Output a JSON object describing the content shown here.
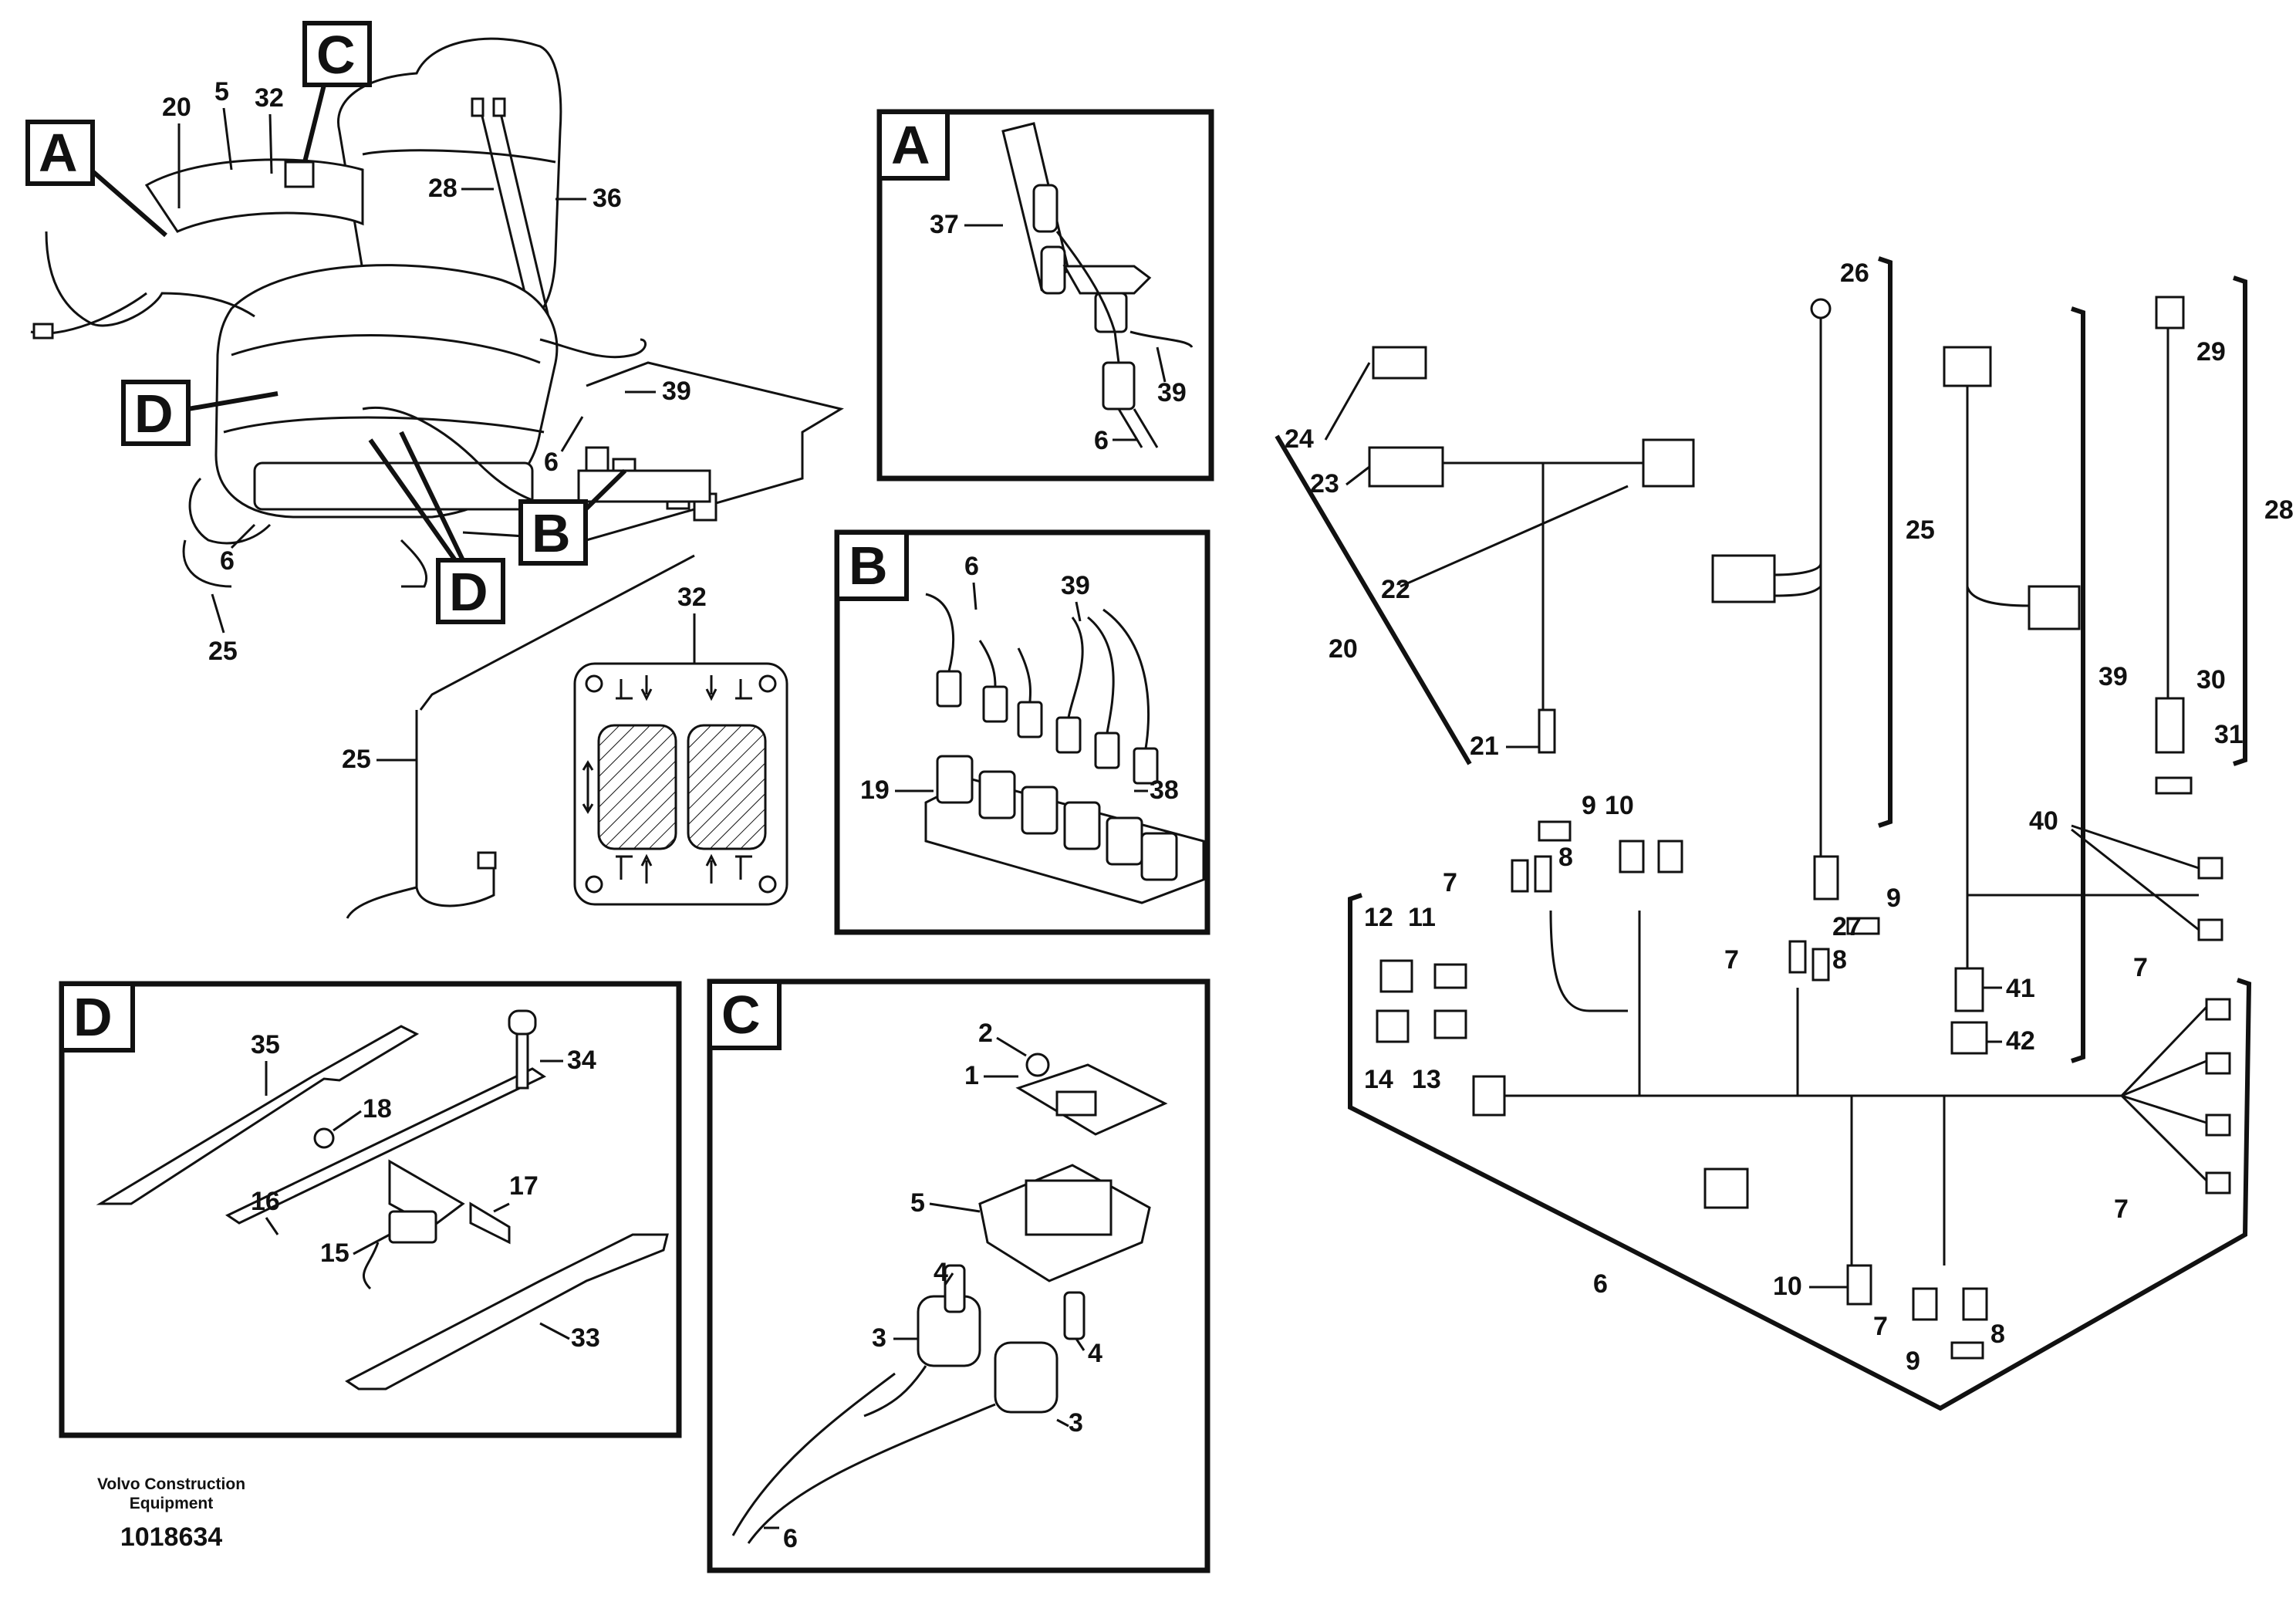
{
  "detail_letters": {
    "A": "A",
    "B": "B",
    "C": "C",
    "D": "D"
  },
  "footer": {
    "company_line1": "Volvo Construction",
    "company_line2": "Equipment",
    "drawing_number": "1018634"
  },
  "labels": {
    "main": [
      "20",
      "5",
      "32",
      "28",
      "36",
      "39",
      "6",
      "6",
      "25",
      "32",
      "25"
    ],
    "detail_a": [
      "37",
      "39",
      "6"
    ],
    "detail_b": [
      "6",
      "39",
      "19",
      "38"
    ],
    "detail_c": [
      "2",
      "1",
      "5",
      "4",
      "3",
      "4",
      "3",
      "6"
    ],
    "detail_d": [
      "35",
      "34",
      "18",
      "16",
      "17",
      "15",
      "33"
    ],
    "harness": [
      "24",
      "23",
      "22",
      "20",
      "21",
      "9",
      "26",
      "25",
      "29",
      "28",
      "39",
      "30",
      "31",
      "10",
      "7",
      "8",
      "27",
      "9",
      "7",
      "8",
      "40",
      "12",
      "11",
      "14",
      "13",
      "41",
      "42",
      "7",
      "7",
      "6",
      "10",
      "7",
      "8",
      "9"
    ]
  }
}
